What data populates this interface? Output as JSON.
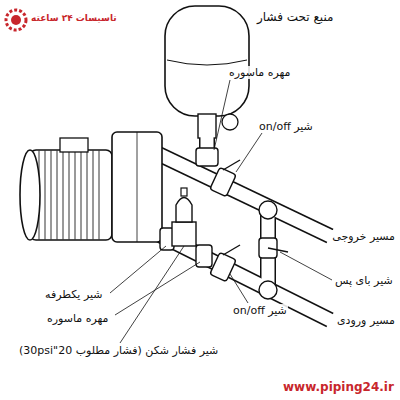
{
  "diagram": {
    "labels": [
      "تاسیسات ۲۴ ساعته",
      "منبع تحت فشار",
      "مهره ماسوره",
      "شیر on/off",
      "مسیر خروجی",
      "شیر بای پس",
      "مسیر ورودی",
      "شیر on/off",
      "شیر یکطرفه",
      "مهره ماسوره",
      "شیر فشار شکن (فشار مطلوب 20\"30psi)",
      "www.piping24.ir"
    ]
  }
}
